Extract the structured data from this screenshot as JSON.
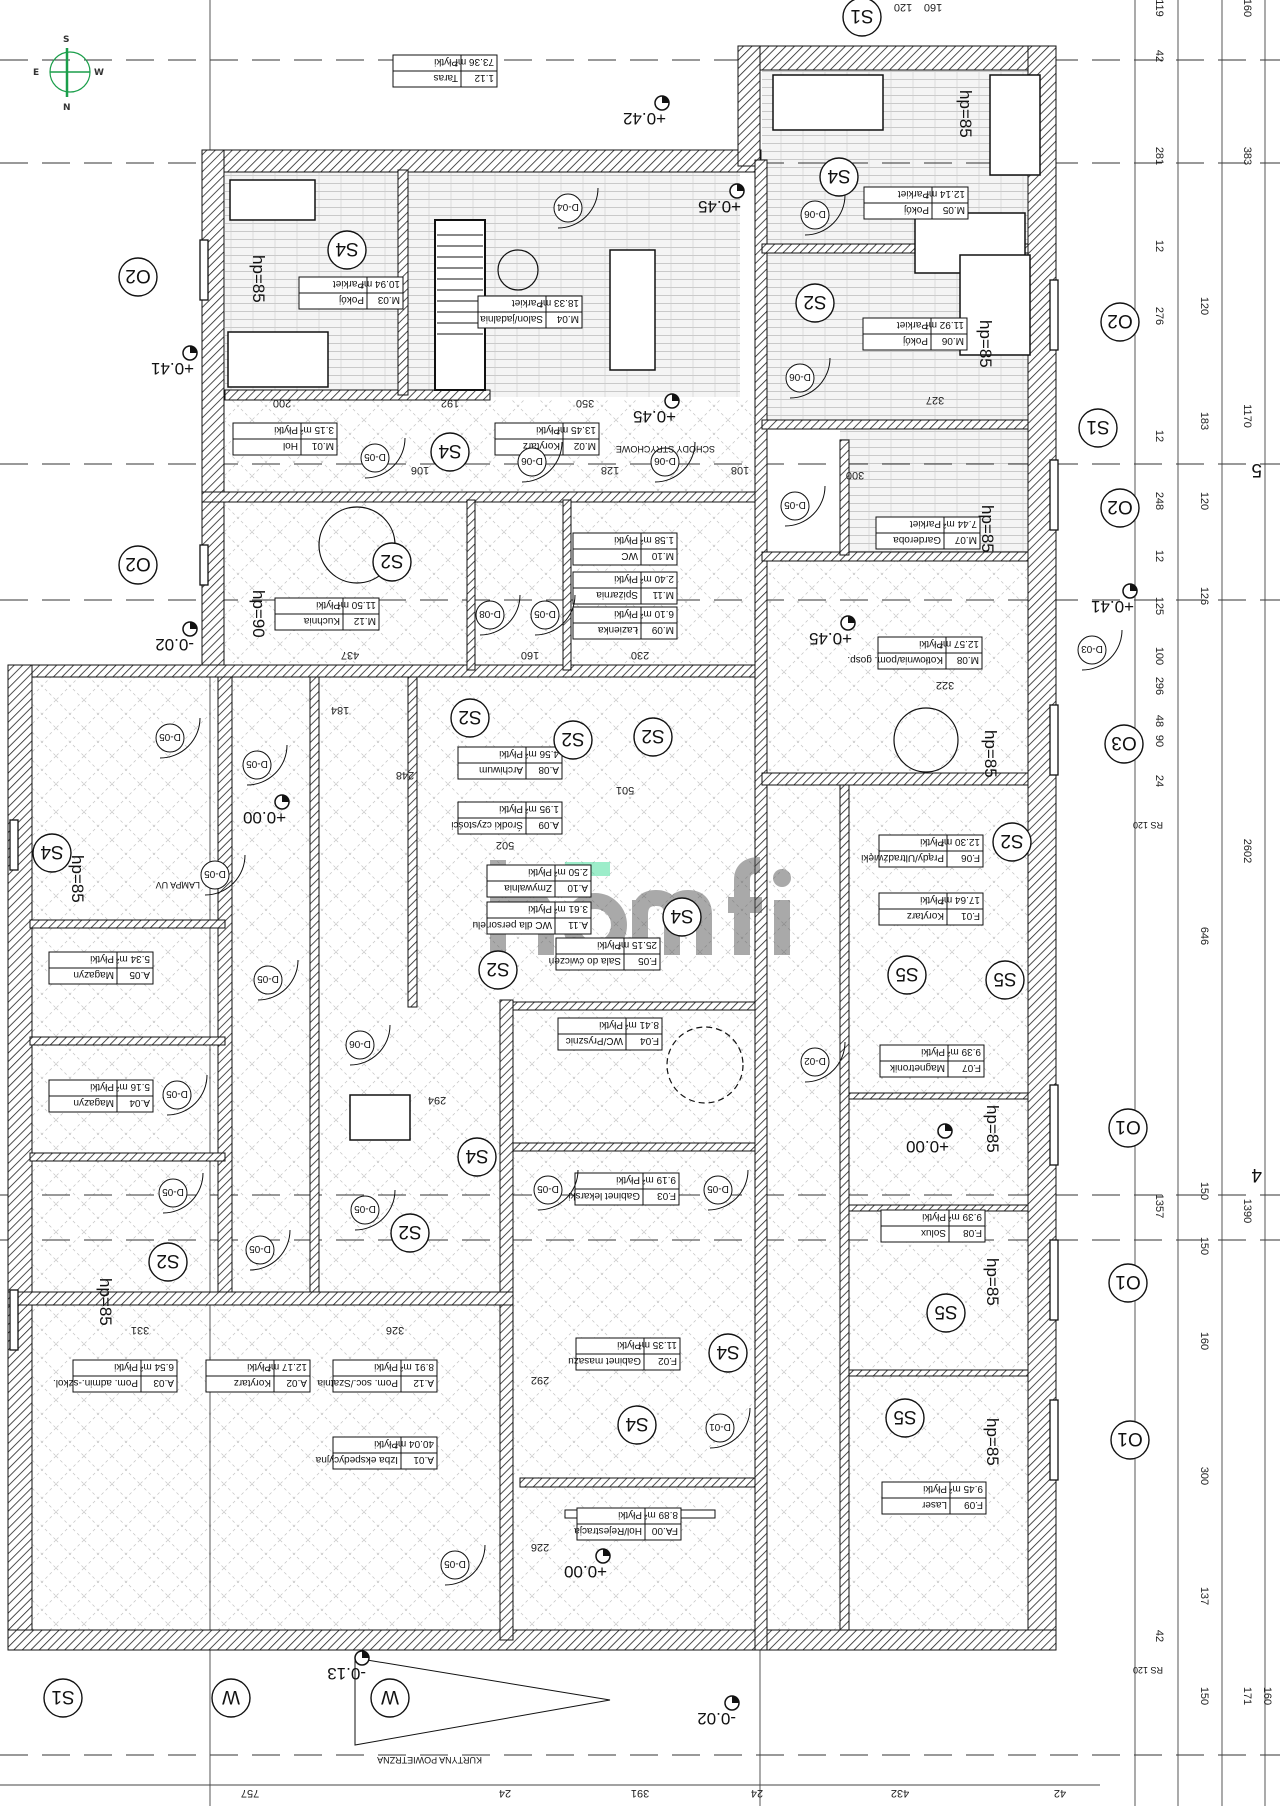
{
  "colors": {
    "wall_hatch": "#222222",
    "compass": "#1a9e4a",
    "watermark": "#555555",
    "watermark_accent": "#3ddc97"
  },
  "compass": {
    "n": "N",
    "s": "S",
    "e": "E",
    "w": "W"
  },
  "watermark": "homfi",
  "rooms": [
    {
      "code": "1.12",
      "name": "Taras",
      "area": "73.36 m²",
      "floor": "Płytki"
    },
    {
      "code": "M.01",
      "name": "Hol",
      "area": "3.15 m²",
      "floor": "Płytki"
    },
    {
      "code": "M.02",
      "name": "Korytarz",
      "area": "13.45 m²",
      "floor": "Płytki"
    },
    {
      "code": "M.03",
      "name": "Pokój",
      "area": "10.94 m²",
      "floor": "Parkiet"
    },
    {
      "code": "M.04",
      "name": "Salon/jadalnia",
      "area": "18.33 m²",
      "floor": "Parkiet"
    },
    {
      "code": "M.05",
      "name": "Pokój",
      "area": "12.14 m²",
      "floor": "Parkiet"
    },
    {
      "code": "M.06",
      "name": "Pokój",
      "area": "11.92 m²",
      "floor": "Parkiet"
    },
    {
      "code": "M.07",
      "name": "Garderoba",
      "area": "7.44 m²",
      "floor": "Parkiet"
    },
    {
      "code": "M.08",
      "name": "Kotłownia/pom. gosp.",
      "area": "12.57 m²",
      "floor": "Płytki"
    },
    {
      "code": "M.09",
      "name": "Łazienka",
      "area": "6.10 m²",
      "floor": "Płytki"
    },
    {
      "code": "M.10",
      "name": "WC",
      "area": "1.58 m²",
      "floor": "Płytki"
    },
    {
      "code": "M.11",
      "name": "Spiżarnia",
      "area": "2.40 m²",
      "floor": "Płytki"
    },
    {
      "code": "M.12",
      "name": "Kuchnia",
      "area": "11.50 m²",
      "floor": "Płytki"
    },
    {
      "code": "A.01",
      "name": "Izba ekspedycyjna",
      "area": "40.04 m²",
      "floor": "Płytki"
    },
    {
      "code": "A.02",
      "name": "Korytarz",
      "area": "12.17 m²",
      "floor": "Płytki"
    },
    {
      "code": "A.03",
      "name": "Pom. admin.-szkol.",
      "area": "6.54 m²",
      "floor": "Płytki"
    },
    {
      "code": "A.04",
      "name": "Magazyn",
      "area": "5.16 m²",
      "floor": "Płytki"
    },
    {
      "code": "A.05",
      "name": "Magazyn",
      "area": "5.34 m²",
      "floor": "Płytki"
    },
    {
      "code": "A.08",
      "name": "Archiwum",
      "area": "4.56 m²",
      "floor": "Płytki"
    },
    {
      "code": "A.09",
      "name": "Środki czystości",
      "area": "1.95 m²",
      "floor": "Płytki"
    },
    {
      "code": "A.10",
      "name": "Zmywalnia",
      "area": "2.50 m²",
      "floor": "Płytki"
    },
    {
      "code": "A.11",
      "name": "WC dla personelu",
      "area": "3.61 m²",
      "floor": "Płytki"
    },
    {
      "code": "A.12",
      "name": "Pom. soc./Szatnia",
      "area": "8.91 m²",
      "floor": "Płytki"
    },
    {
      "code": "FA.00",
      "name": "Hol/Rejestracja",
      "area": "8.89 m²",
      "floor": "Płytki"
    },
    {
      "code": "F.01",
      "name": "Korytarz",
      "area": "17.64 m²",
      "floor": "Płytki"
    },
    {
      "code": "F.02",
      "name": "Gabinet masażu",
      "area": "11.35 m²",
      "floor": "Płytki"
    },
    {
      "code": "F.03",
      "name": "Gabinet lekarski",
      "area": "9.19 m²",
      "floor": "Płytki"
    },
    {
      "code": "F.04",
      "name": "WC/Prysznic",
      "area": "8.41 m²",
      "floor": "Płytki"
    },
    {
      "code": "F.05",
      "name": "Sala do ćwiczeń",
      "area": "25.15 m²",
      "floor": "Płytki"
    },
    {
      "code": "F.06",
      "name": "Prądy/Ultradźwięki",
      "area": "12.30 m²",
      "floor": "Płytki"
    },
    {
      "code": "F.07",
      "name": "Magnetronik",
      "area": "9.39 m²",
      "floor": "Płytki"
    },
    {
      "code": "F.08",
      "name": "Solux",
      "area": "9.39 m²",
      "floor": "Płytki"
    },
    {
      "code": "F.09",
      "name": "Laser",
      "area": "9.45 m²",
      "floor": "Płytki"
    }
  ],
  "tags": [
    "S4",
    "S4",
    "S4",
    "S2",
    "S1",
    "O2",
    "O2",
    "S2",
    "S2",
    "S2",
    "S2",
    "S2",
    "S5",
    "S5",
    "O3",
    "O2",
    "O2",
    "S4",
    "S2",
    "S4",
    "S4",
    "S2",
    "S2",
    "S4",
    "S4",
    "W",
    "W",
    "S1",
    "O1",
    "O1",
    "O1",
    "S5",
    "S5",
    "S1"
  ],
  "elevations": [
    "+0.42",
    "+0.45",
    "+0.41",
    "+0.45",
    "+0.41",
    "+0.45",
    "-0.02",
    "+0.00",
    "+0.00",
    "+0.00",
    "-0.13",
    "-0.02"
  ],
  "heights": [
    "hp=85",
    "hp=85",
    "hp=85",
    "hp=85",
    "hp=90",
    "hp=85",
    "hp=85",
    "hp=85",
    "hp=85",
    "hp=85",
    "hp=85"
  ],
  "doors": [
    "D-04",
    "D-06",
    "D-06",
    "D-05",
    "D-06",
    "D-06",
    "D-05",
    "D-05",
    "D-08",
    "D-03",
    "D-05",
    "D-05",
    "D-05",
    "D-05",
    "D-05",
    "D-06",
    "D-05",
    "D-02",
    "D-05",
    "D-05",
    "D-05",
    "D-05",
    "D-01",
    "D-05"
  ],
  "notes": {
    "stairs": "SCHODY STRYCHOWE",
    "uv_lamp": "LAMPA UV",
    "air_curtain": "KURTYNA POWIETRZNA",
    "rs1": "RS 120",
    "rs2": "RS 120",
    "axis_4": "4",
    "axis_5": "5"
  },
  "dimensions": [
    "119",
    "160",
    "120",
    "160",
    "42",
    "281",
    "383",
    "12",
    "120",
    "276",
    "183",
    "12",
    "1170",
    "120",
    "248",
    "12",
    "126",
    "125",
    "100",
    "296",
    "48",
    "90",
    "24",
    "2602",
    "646",
    "150",
    "1357",
    "1390",
    "150",
    "160",
    "300",
    "137",
    "42",
    "150",
    "171",
    "160",
    "757",
    "24",
    "391",
    "24",
    "432",
    "42",
    "350",
    "192",
    "200",
    "108",
    "128",
    "106",
    "437",
    "160",
    "230",
    "184",
    "248",
    "501",
    "502",
    "322",
    "327",
    "300",
    "331",
    "326",
    "294",
    "292",
    "226"
  ]
}
